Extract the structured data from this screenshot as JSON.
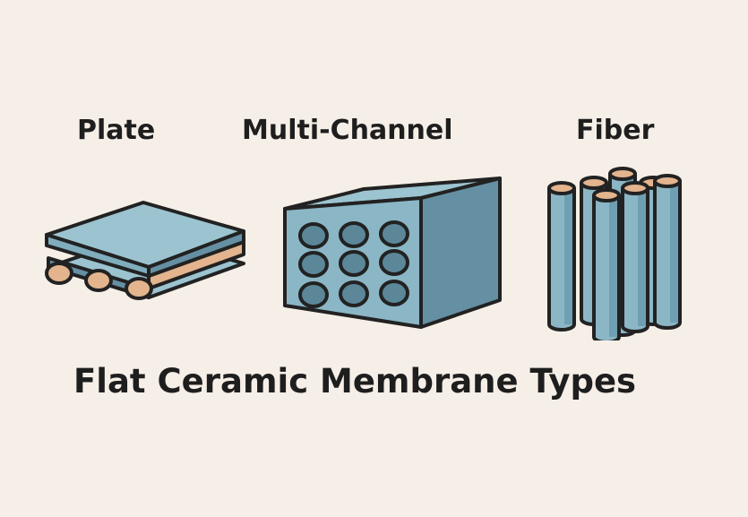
{
  "labels": {
    "plate": "Plate",
    "multi_channel": "Multi-Channel",
    "fiber": "Fiber"
  },
  "title": "Flat Ceramic Membrane Types",
  "colors": {
    "background": "#f6efe8",
    "membrane_light": "#9cc4d0",
    "membrane_mid": "#7fadbd",
    "membrane_dark": "#6590a3",
    "channel_fill": "#5b8799",
    "spacer_tan": "#e3b48e",
    "outline": "#222222"
  },
  "icons": {
    "plate": "stacked-plate-membrane",
    "multi_channel": "multi-channel-block-membrane",
    "fiber": "hollow-fiber-bundle-membrane"
  }
}
